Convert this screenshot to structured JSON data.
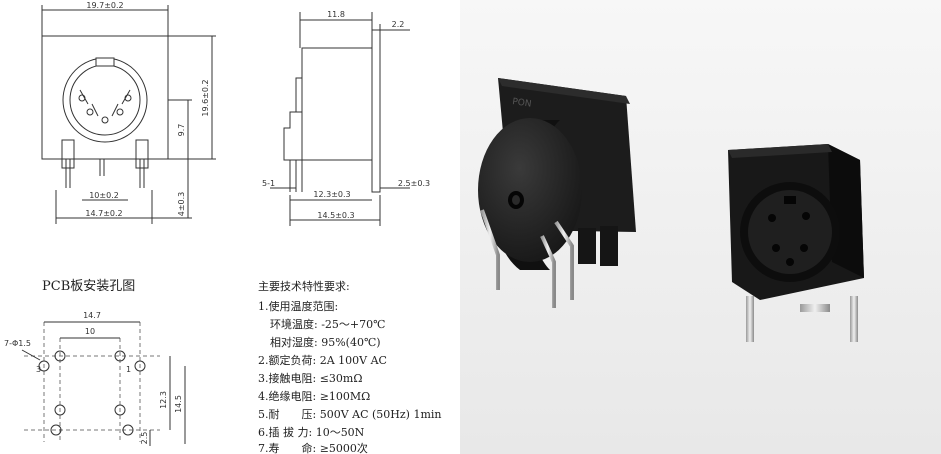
{
  "dimensions": {
    "front_width": "19.7±0.2",
    "front_height": "19.6±0.2",
    "center_height": "9.7",
    "pin_pitch_center": "10±0.2",
    "pin_pitch_outer": "14.7±0.2",
    "pin_length": "4±0.3",
    "side_top": "11.8",
    "side_flange": "2.2",
    "side_left_tab": "5-1",
    "side_pin_offset": "12.3±0.3",
    "side_pin_end": "2.5±0.3",
    "side_total_depth": "14.5±0.3",
    "pcb_width": "14.7",
    "pcb_pitch": "10",
    "pcb_hole": "7-Φ1.5",
    "pcb_depth_1": "12.3",
    "pcb_depth_2": "14.5",
    "pcb_offset": "2.5",
    "pcb_pin_3": "3",
    "pcb_pin_1": "1"
  },
  "pcb_title": "PCB板安装孔图",
  "specs": {
    "title": "主要技术特性要求:",
    "lines": [
      "1.使用温度范围:",
      "环境温度: -25～+70℃",
      "相对湿度: 95%(40℃)",
      "2.额定负荷: 2A 100V AC",
      "3.接触电阻: ≤30mΩ",
      "4.绝缘电阻: ≥100MΩ",
      "5.耐　　压: 500V AC (50Hz) 1min",
      "6.插 拔 力: 10～50N",
      "7.寿　　命: ≥5000次"
    ]
  },
  "photo": {
    "marking": "PON"
  }
}
